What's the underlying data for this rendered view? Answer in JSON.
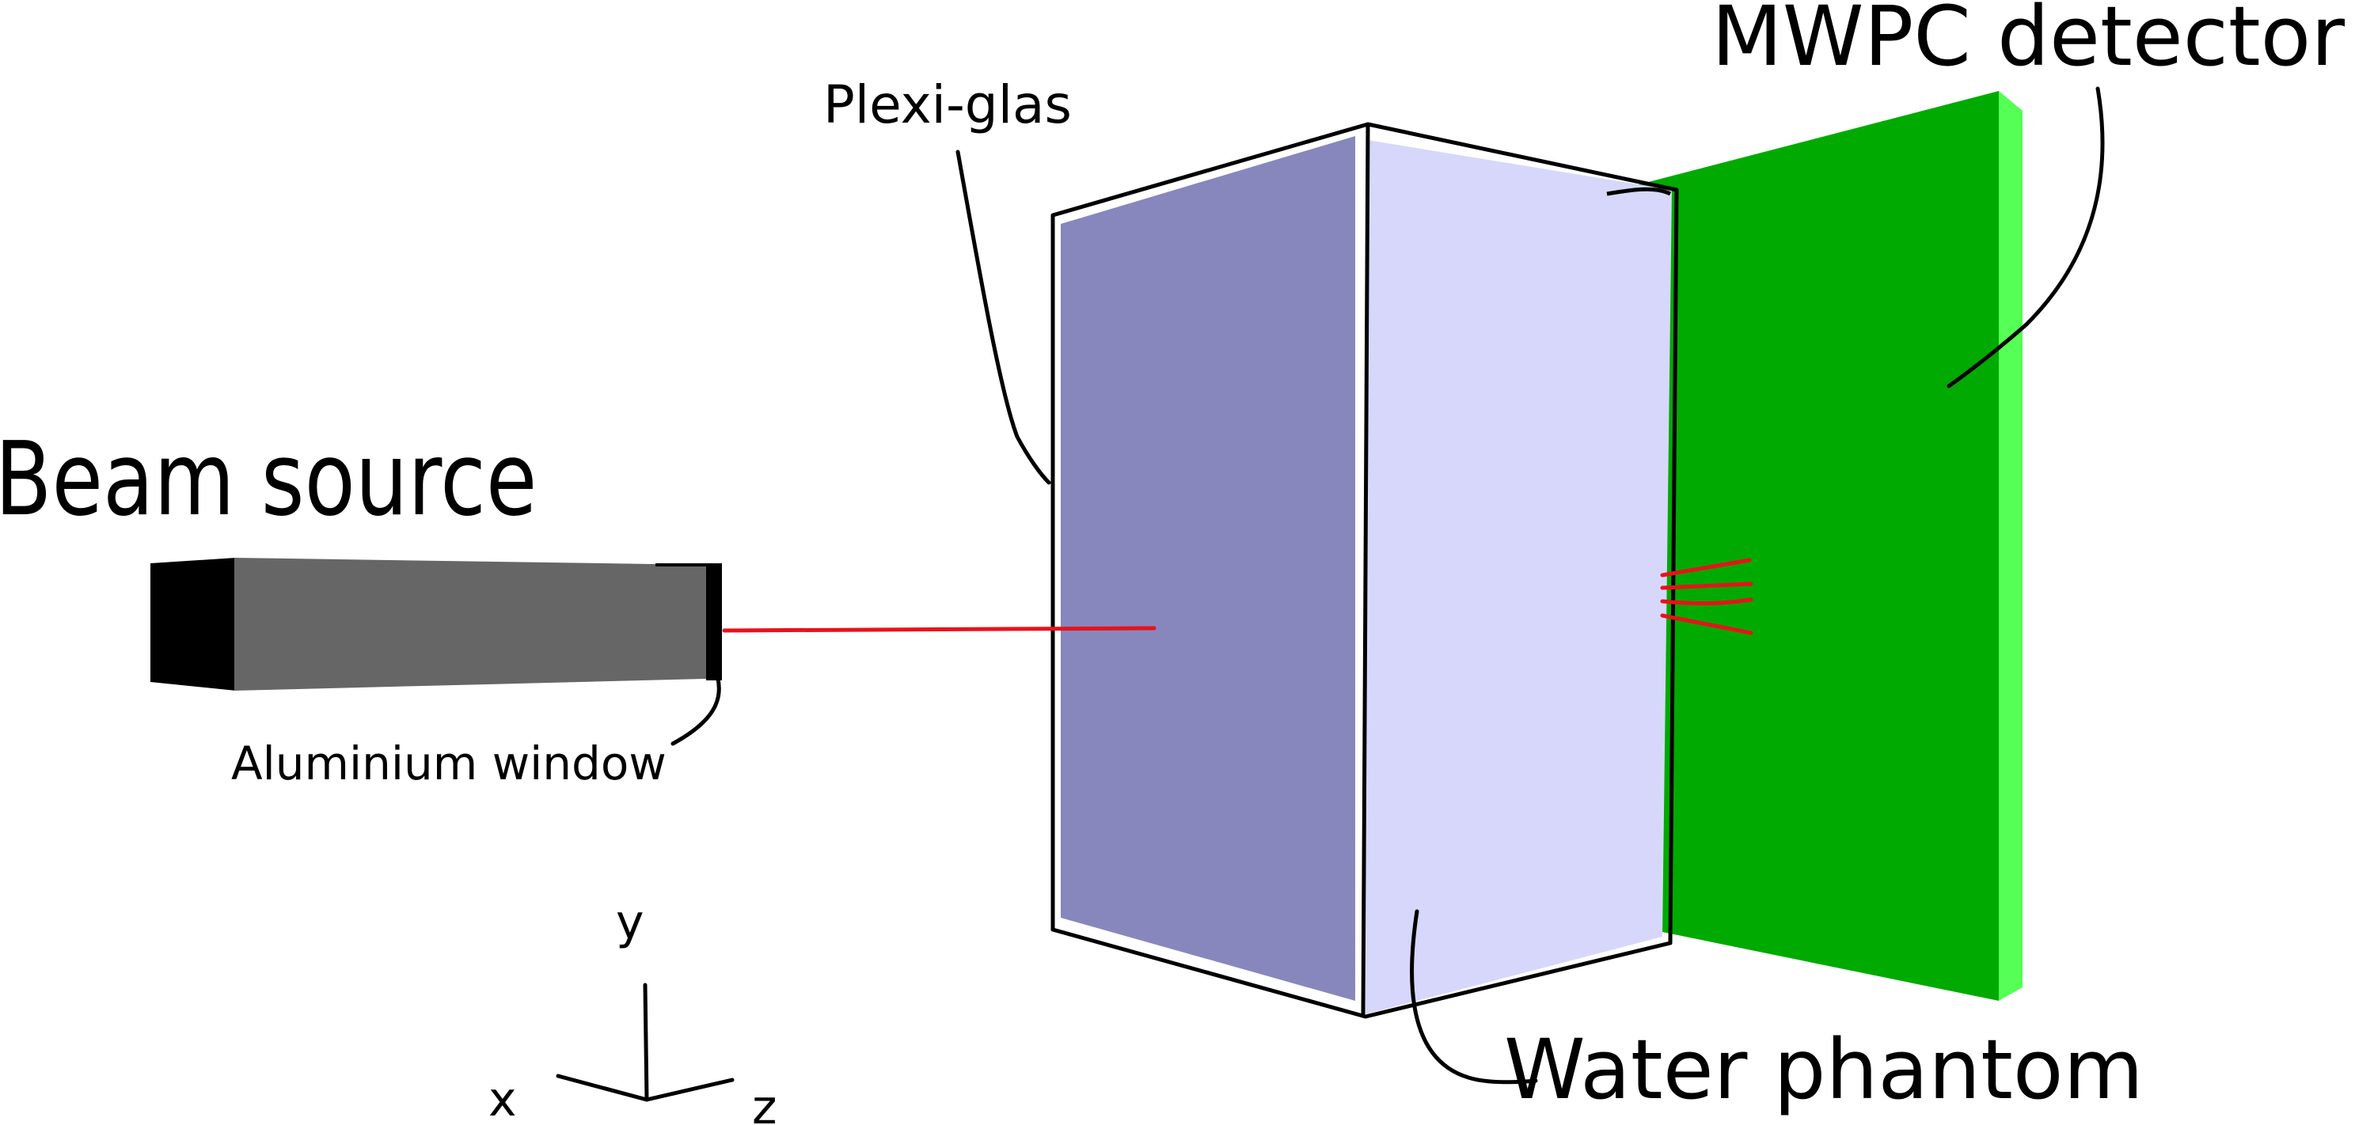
{
  "labels": {
    "beam_source": "Beam source",
    "aluminium_window": "Aluminium window",
    "plexi_glas": "Plexi-glas",
    "mwpc_detector": "MWPC detector",
    "water_phantom": "Water phantom"
  },
  "axes": {
    "x": "x",
    "y": "y",
    "z": "z"
  },
  "colors": {
    "beam_source_body": "#666666",
    "beam_source_end": "#000000",
    "plexi_front_face": "#8787bd",
    "plexi_side_face": "#d7d7fc",
    "detector_face": "#00aa00",
    "detector_edge": "#55ff55",
    "beam": "#e8121a"
  }
}
